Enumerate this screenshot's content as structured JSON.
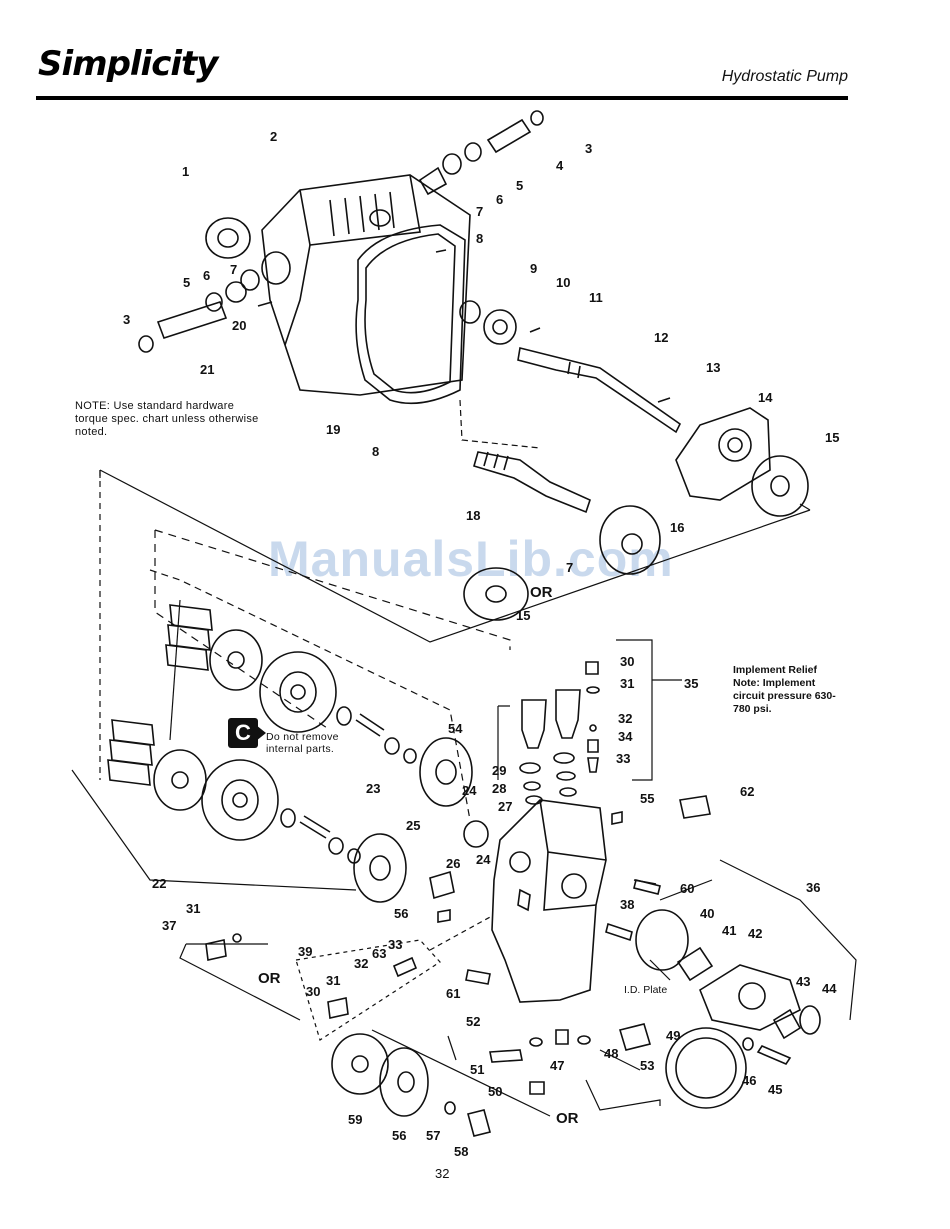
{
  "header": {
    "brand": "Simplicity",
    "section_title": "Hydrostatic Pump"
  },
  "notes": {
    "torque_note": "NOTE: Use standard hardware torque spec. chart unless otherwise noted.",
    "relief_note": "Implement Relief Note: Implement circuit pressure 630-780 psi.",
    "do_not_remove": "Do not remove internal parts."
  },
  "badge": "C",
  "watermark": "ManualsLib.com",
  "id_plate_label": "I.D. Plate",
  "or_label": "OR",
  "page_number": "32",
  "part_callouts": [
    "1",
    "2",
    "3",
    "4",
    "5",
    "6",
    "7",
    "8",
    "9",
    "10",
    "11",
    "12",
    "13",
    "14",
    "15",
    "16",
    "18",
    "19",
    "20",
    "21",
    "22",
    "23",
    "24",
    "25",
    "26",
    "27",
    "28",
    "29",
    "30",
    "31",
    "32",
    "33",
    "34",
    "35",
    "36",
    "37",
    "38",
    "39",
    "40",
    "41",
    "42",
    "43",
    "44",
    "45",
    "46",
    "47",
    "48",
    "49",
    "50",
    "51",
    "52",
    "53",
    "54",
    "55",
    "56",
    "57",
    "58",
    "59",
    "60",
    "61",
    "62",
    "63"
  ]
}
